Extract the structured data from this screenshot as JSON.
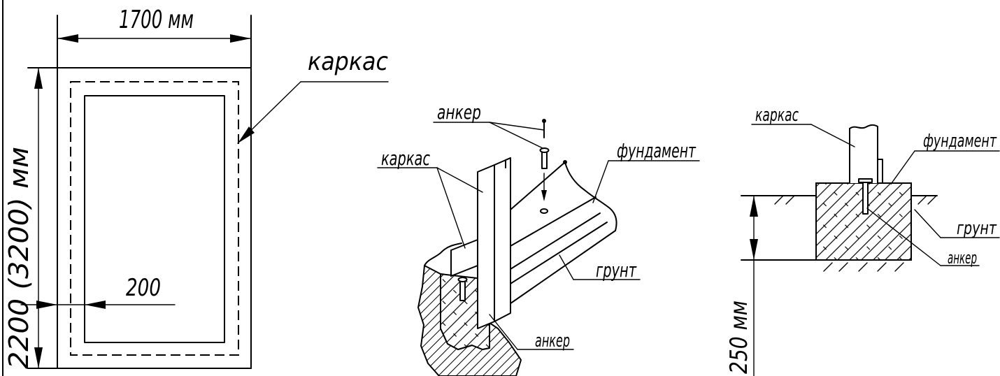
{
  "plan_view": {
    "width_label": "1700 мм",
    "height_label": "2200 (3200) мм",
    "offset_label": "200",
    "frame_label": "каркас"
  },
  "isometric_view": {
    "anchor_top_label": "анкер",
    "frame_label": "каркас",
    "foundation_label": "фундамент",
    "ground_label": "грунт",
    "anchor_bottom_label": "анкер"
  },
  "section_view": {
    "frame_label": "каркас",
    "foundation_label": "фундамент",
    "ground_label": "грунт",
    "anchor_label": "анкер",
    "depth_label": "250 мм"
  },
  "colors": {
    "line": "#000000",
    "background": "#ffffff"
  }
}
